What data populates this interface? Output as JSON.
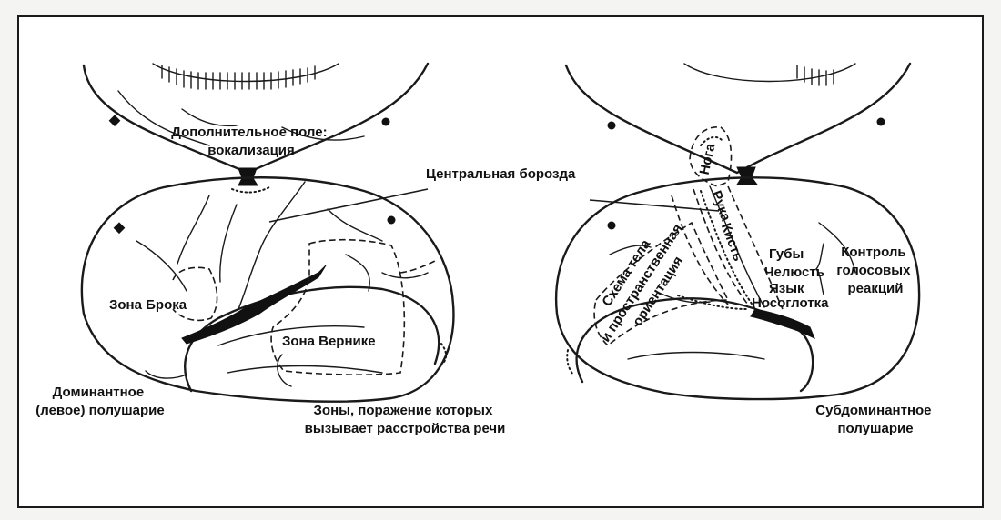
{
  "left_hemisphere": {
    "supplementary_area": [
      "Дополнительное поле:",
      "вокализация"
    ],
    "central_sulcus": "Центральная борозда",
    "broca": "Зона Брока",
    "wernicke": "Зона Вернике",
    "caption": [
      "Доминантное",
      "(левое)  полушарие"
    ],
    "zones_note": [
      "Зоны, поражение которых",
      "вызывает расстройства речи"
    ]
  },
  "right_hemisphere": {
    "body_scheme": [
      "Схема тела",
      "и пространственная",
      "ориентация"
    ],
    "homunculus": [
      "Нога",
      "Рука",
      "Кисть"
    ],
    "face": [
      "Губы",
      "Челюсть",
      "Язык",
      "Носоглотка"
    ],
    "voice_control": [
      "Контроль",
      "голосовых",
      "реакций"
    ],
    "caption": [
      "Субдоминантное",
      "полушарие"
    ]
  }
}
